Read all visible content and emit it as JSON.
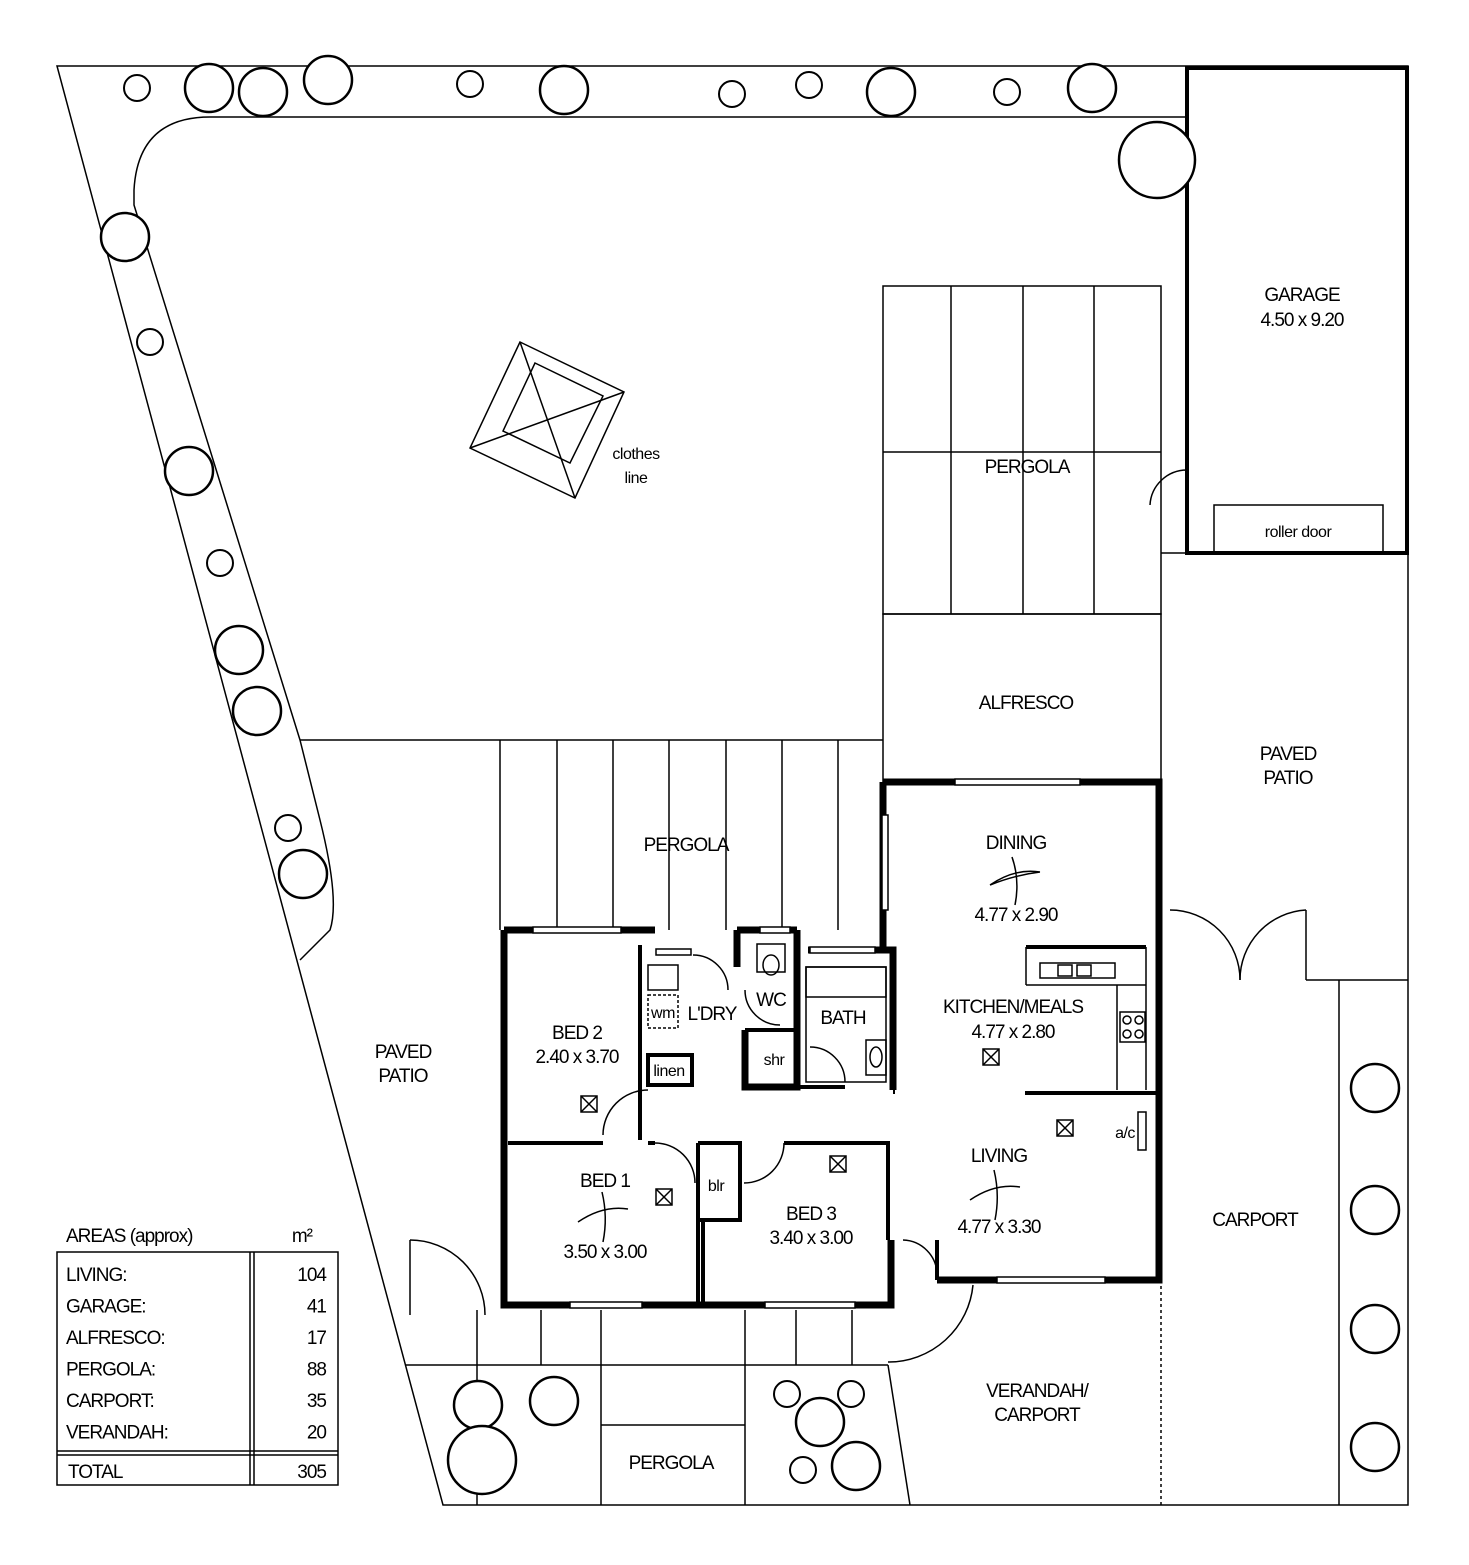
{
  "rooms": {
    "garage": {
      "name": "GARAGE",
      "size": "4.50 x 9.20"
    },
    "roller_door": "roller door",
    "clothes_line": [
      "clothes",
      "line"
    ],
    "pergola_top": "PERGOLA",
    "alfresco": "ALFRESCO",
    "paved_patio_right": [
      "PAVED",
      "PATIO"
    ],
    "pergola_mid": "PERGOLA",
    "dining": {
      "name": "DINING",
      "size": "4.77 x 2.90"
    },
    "kitchen": {
      "name": "KITCHEN/MEALS",
      "size": "4.77 x 2.80"
    },
    "living": {
      "name": "LIVING",
      "size": "4.77 x 3.30"
    },
    "ac": "a/c",
    "bed2": {
      "name": "BED 2",
      "size": "2.40 x 3.70"
    },
    "bed1": {
      "name": "BED 1",
      "size": "3.50 x 3.00"
    },
    "bed3": {
      "name": "BED 3",
      "size": "3.40 x 3.00"
    },
    "wm": "wm",
    "ldry": "L'DRY",
    "wc": "WC",
    "bath": "BATH",
    "shr": "shr",
    "linen": "linen",
    "blr": "blr",
    "paved_patio_left": [
      "PAVED",
      "PATIO"
    ],
    "carport": "CARPORT",
    "verandah": [
      "VERANDAH/",
      "CARPORT"
    ],
    "pergola_bottom": "PERGOLA"
  },
  "areas": {
    "title": "AREAS (approx)",
    "unit": "m²",
    "rows": [
      {
        "label": "LIVING:",
        "value": "104"
      },
      {
        "label": "GARAGE:",
        "value": "41"
      },
      {
        "label": "ALFRESCO:",
        "value": "17"
      },
      {
        "label": "PERGOLA:",
        "value": "88"
      },
      {
        "label": "CARPORT:",
        "value": "35"
      },
      {
        "label": "VERANDAH:",
        "value": "20"
      }
    ],
    "total_label": "TOTAL",
    "total_value": "305"
  }
}
